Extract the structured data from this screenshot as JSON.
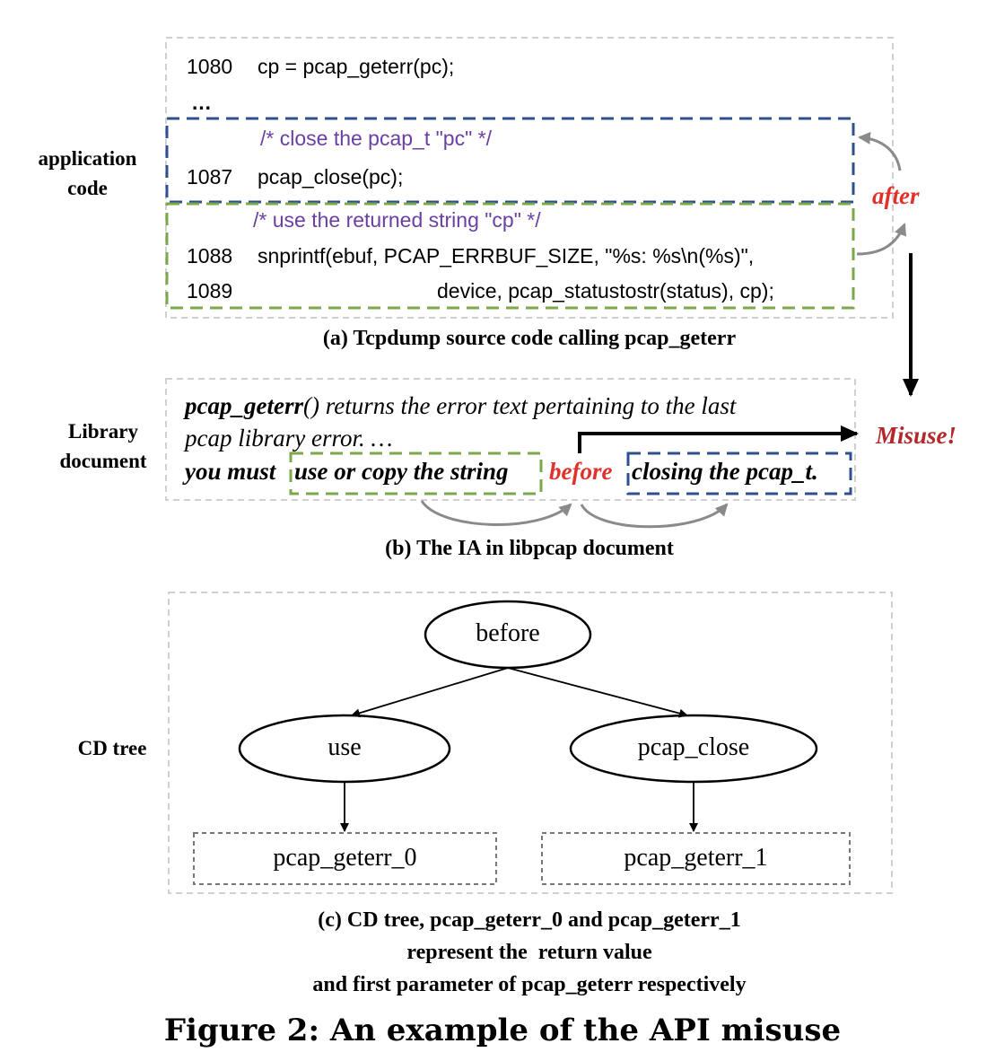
{
  "panel_a": {
    "side_label_line1": "application",
    "side_label_line2": "code",
    "lines": [
      {
        "num": "1080",
        "text": "cp = pcap_geterr(pc);"
      },
      {
        "num": "",
        "text": "…"
      },
      {
        "num": "",
        "comment": "/* close the pcap_t \"pc\" */"
      },
      {
        "num": "1087",
        "text": "pcap_close(pc);"
      },
      {
        "num": "",
        "comment": "/* use the returned string \"cp\" */"
      },
      {
        "num": "1088",
        "text": "snprintf(ebuf, PCAP_ERRBUF_SIZE, \"%s: %s\\n(%s)\","
      },
      {
        "num": "1089",
        "text": "device, pcap_statustostr(status), cp);"
      }
    ],
    "after_label": "after",
    "caption": "(a) Tcpdump source code calling pcap_geterr"
  },
  "panel_b": {
    "side_label_line1": "Library",
    "side_label_line2": "document",
    "line1_bold": "pcap_geterr",
    "line1_rest": "() returns the error text pertaining to the last",
    "line2": "pcap library error. …",
    "line3_prefix": "you must ",
    "line3_green": "use or copy the string",
    "line3_before": "before",
    "line3_blue": "closing the pcap_t.",
    "misuse_label": "Misuse!",
    "caption": "(b) The IA in libpcap document"
  },
  "panel_c": {
    "side_label": "CD tree",
    "root": "before",
    "left_child": "use",
    "right_child": "pcap_close",
    "left_leaf": "pcap_geterr_0",
    "right_leaf": "pcap_geterr_1",
    "caption_line1": "(c) CD tree, pcap_geterr_0 and pcap_geterr_1",
    "caption_line2": "represent the  return value",
    "caption_line3": "and first parameter of pcap_geterr respectively"
  },
  "figure_title": "Figure 2: An example of the API misuse",
  "colors": {
    "blue_box": "#2f4f8f",
    "green_box": "#7aa84a",
    "comment": "#6a3fa4",
    "red": "#e0322a",
    "gray_border": "#cfcfcf"
  }
}
